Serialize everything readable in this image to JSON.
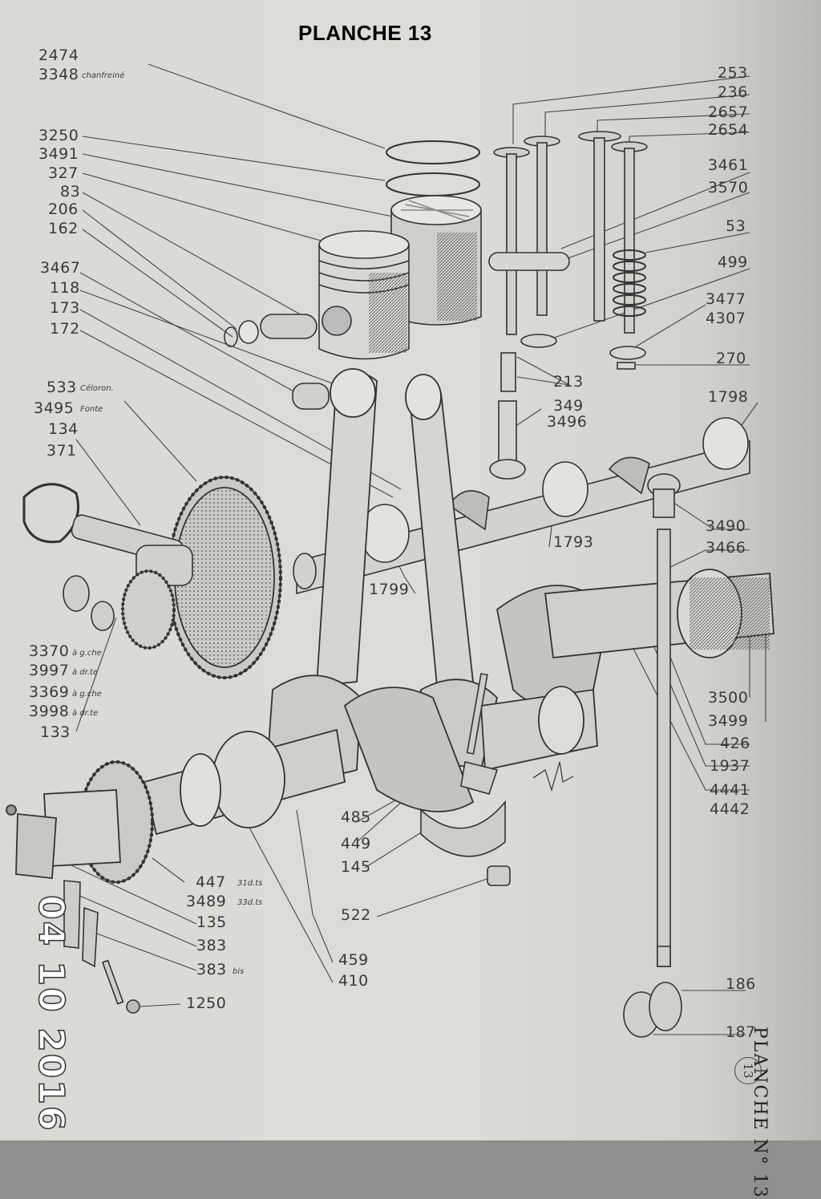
{
  "title": "PLANCHE 13",
  "side_header": "PLANCHE N° 13",
  "page_number": "13",
  "date_stamp": "04 10 2016",
  "labels": {
    "l2474": "2474",
    "l3348": "3348",
    "l3348n": "chanfreiné",
    "l253": "253",
    "l236": "236",
    "l2657": "2657",
    "l2654": "2654",
    "l3250": "3250",
    "l3491": "3491",
    "l327": "327",
    "l83": "83",
    "l206": "206",
    "l162": "162",
    "l3461": "3461",
    "l3570": "3570",
    "l53": "53",
    "l499": "499",
    "l3477": "3477",
    "l4307": "4307",
    "l270": "270",
    "l3467": "3467",
    "l118": "118",
    "l173": "173",
    "l172": "172",
    "l213": "213",
    "l349": "349",
    "l3496": "3496",
    "l1798": "1798",
    "l533": "533",
    "l533n": "Céloron.",
    "l3495": "3495",
    "l3495n": "Fonte",
    "l134": "134",
    "l371": "371",
    "l1793": "1793",
    "l3490": "3490",
    "l3466": "3466",
    "l1799": "1799",
    "l3370": "3370",
    "l3370n": "à g.che",
    "l3997": "3997",
    "l3997n": "à dr.te",
    "l3369": "3369",
    "l3369n": "à g.che",
    "l3998": "3998",
    "l3998n": "à dr.te",
    "l133": "133",
    "l3500": "3500",
    "l3499": "3499",
    "l426": "426",
    "l1937": "1937",
    "l4441": "4441",
    "l4442": "4442",
    "l485": "485",
    "l449": "449",
    "l145": "145",
    "l522": "522",
    "l447": "447",
    "l447n": "31d.ts",
    "l3489": "3489",
    "l3489n": "33d.ts",
    "l135": "135",
    "l383": "383",
    "l383bis": "383",
    "l383bisn": "bis",
    "l1250": "1250",
    "l459": "459",
    "l410": "410",
    "l186": "186",
    "l187": "187"
  }
}
